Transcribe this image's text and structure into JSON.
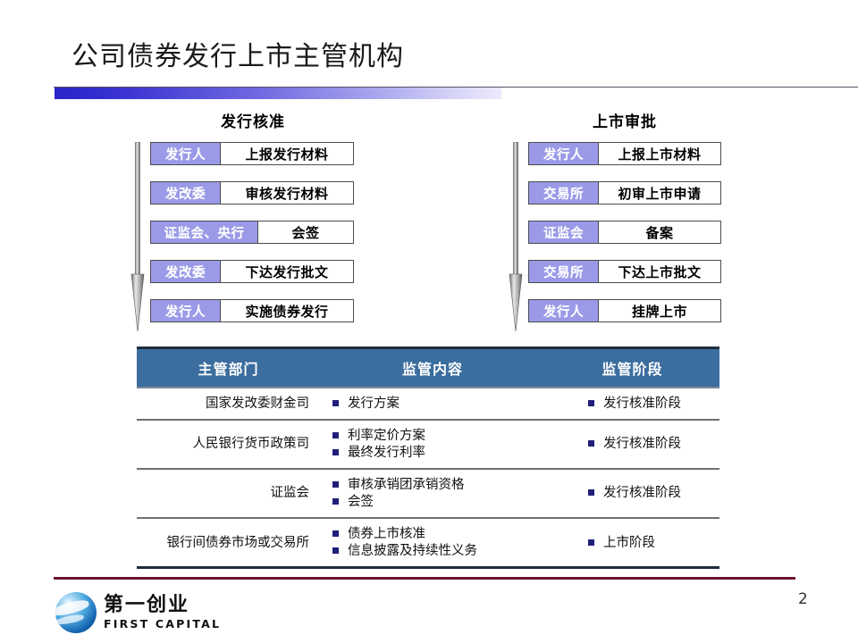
{
  "slide": {
    "title": "公司债券发行上市主管机构",
    "page_number": "2",
    "accent_blue": "#2a23c8",
    "header_blue": "#3b6d9e",
    "actor_purple": "#9a9ae8",
    "footer_maroon": "#6b1134",
    "bullet_navy": "#1f1f7a"
  },
  "flows": [
    {
      "heading": "发行核准",
      "arrow_name": "down-arrow-issuance-approval",
      "rows": [
        {
          "actor": "发行人",
          "action": "上报发行材料",
          "wide_actor": false
        },
        {
          "actor": "发改委",
          "action": "审核发行材料",
          "wide_actor": false
        },
        {
          "actor": "证监会、央行",
          "action": "会签",
          "wide_actor": true
        },
        {
          "actor": "发改委",
          "action": "下达发行批文",
          "wide_actor": false
        },
        {
          "actor": "发行人",
          "action": "实施债券发行",
          "wide_actor": false
        }
      ]
    },
    {
      "heading": "上市审批",
      "arrow_name": "down-arrow-listing-approval",
      "rows": [
        {
          "actor": "发行人",
          "action": "上报上市材料",
          "wide_actor": false
        },
        {
          "actor": "交易所",
          "action": "初审上市申请",
          "wide_actor": false
        },
        {
          "actor": "证监会",
          "action": "备案",
          "wide_actor": false
        },
        {
          "actor": "交易所",
          "action": "下达上市批文",
          "wide_actor": false
        },
        {
          "actor": "发行人",
          "action": "挂牌上市",
          "wide_actor": false
        }
      ]
    }
  ],
  "table": {
    "headers": [
      "主管部门",
      "监管内容",
      "监管阶段"
    ],
    "rows": [
      {
        "department": "国家发改委财金司",
        "content": [
          "发行方案"
        ],
        "stage": [
          "发行核准阶段"
        ]
      },
      {
        "department": "人民银行货币政策司",
        "content": [
          "利率定价方案",
          "最终发行利率"
        ],
        "stage": [
          "发行核准阶段"
        ]
      },
      {
        "department": "证监会",
        "content": [
          "审核承销团承销资格",
          "会签"
        ],
        "stage": [
          "发行核准阶段"
        ]
      },
      {
        "department": "银行间债券市场或交易所",
        "content": [
          "债券上市核准",
          "信息披露及持续性义务"
        ],
        "stage": [
          "上市阶段"
        ]
      }
    ]
  },
  "logo": {
    "chinese": "第一创业",
    "english": "FIRST CAPITAL"
  }
}
